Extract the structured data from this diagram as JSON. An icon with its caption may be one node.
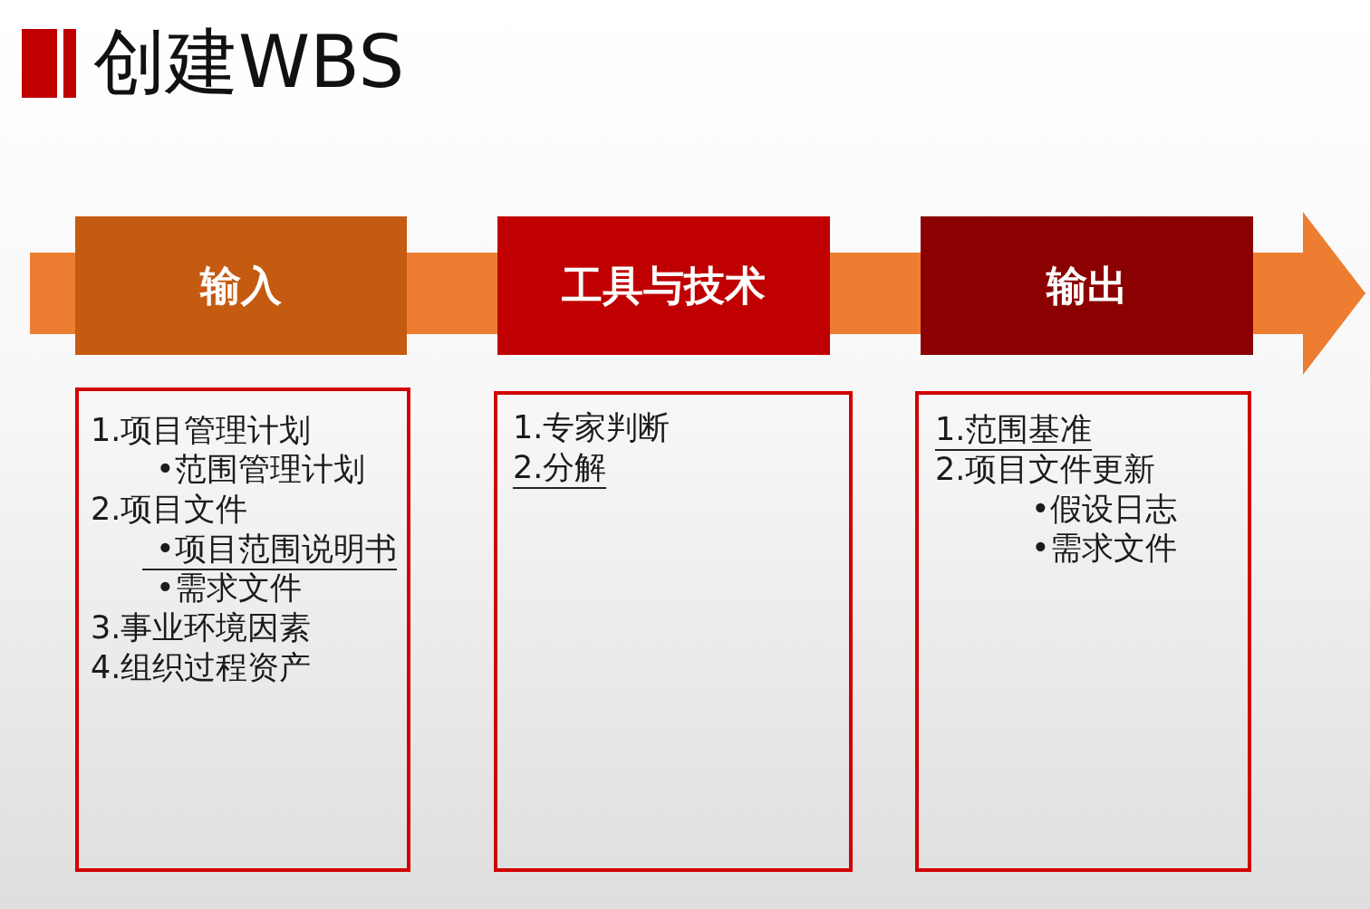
{
  "diagram": {
    "title": "创建WBS",
    "nodes": [
      {
        "text": [
          "输入"
        ]
      },
      {
        "text": [
          "工具与技术"
        ]
      },
      {
        "text": [
          "输出"
        ]
      },
      {
        "text": [
          "1.项目管理计划",
          "•范围管理计划",
          "2.项目文件",
          "•项目范围说明书",
          "•需求文件",
          "3.事业环境因素",
          "4.组织过程资产"
        ]
      },
      {
        "text": [
          "1.专家判断",
          "2.分解"
        ]
      },
      {
        "text": [
          "1.范围基准",
          "2.项目文件更新",
          "•假设日志",
          "•需求文件"
        ]
      }
    ],
    "edges": [
      {
        "from": null,
        "to": 0,
        "arrow": "none"
      },
      {
        "from": 0,
        "to": 1,
        "arrow": "none"
      },
      {
        "from": 1,
        "to": 2,
        "arrow": "none"
      },
      {
        "from": 2,
        "to": null,
        "arrow": "to"
      }
    ]
  }
}
